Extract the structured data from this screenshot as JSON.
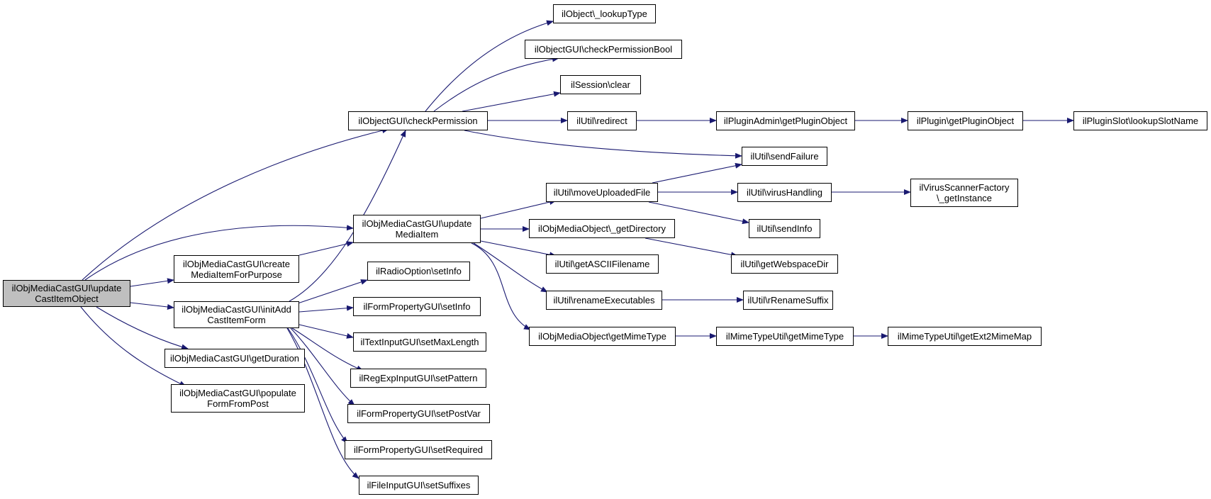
{
  "colors": {
    "edge": "#191970",
    "root_fill": "#bfbfbf",
    "node_fill": "#ffffff",
    "border": "#000000"
  },
  "nodes": {
    "root": [
      "ilObjMediaCastGUI\\update",
      "CastItemObject"
    ],
    "checkPermission": [
      "ilObjectGUI\\checkPermission"
    ],
    "updateMediaItem": [
      "ilObjMediaCastGUI\\update",
      "MediaItem"
    ],
    "createMediaItemForPurpose": [
      "ilObjMediaCastGUI\\create",
      "MediaItemForPurpose"
    ],
    "initAddCastItemForm": [
      "ilObjMediaCastGUI\\initAdd",
      "CastItemForm"
    ],
    "getDuration": [
      "ilObjMediaCastGUI\\getDuration"
    ],
    "populateFormFromPost": [
      "ilObjMediaCastGUI\\populate",
      "FormFromPost"
    ],
    "lookupType": [
      "ilObject\\_lookupType"
    ],
    "checkPermissionBool": [
      "ilObjectGUI\\checkPermissionBool"
    ],
    "sessionClear": [
      "ilSession\\clear"
    ],
    "redirect": [
      "ilUtil\\redirect"
    ],
    "getPluginObjectAdmin": [
      "ilPluginAdmin\\getPluginObject"
    ],
    "getPluginObject": [
      "ilPlugin\\getPluginObject"
    ],
    "lookupSlotName": [
      "ilPluginSlot\\lookupSlotName"
    ],
    "sendFailure": [
      "ilUtil\\sendFailure"
    ],
    "moveUploadedFile": [
      "ilUtil\\moveUploadedFile"
    ],
    "virusHandling": [
      "ilUtil\\virusHandling"
    ],
    "virusScannerFactory": [
      "ilVirusScannerFactory",
      "\\_getInstance"
    ],
    "sendInfo": [
      "ilUtil\\sendInfo"
    ],
    "getDirectory": [
      "ilObjMediaObject\\_getDirectory"
    ],
    "getWebspaceDir": [
      "ilUtil\\getWebspaceDir"
    ],
    "getASCIIFilename": [
      "ilUtil\\getASCIIFilename"
    ],
    "renameExecutables": [
      "ilUtil\\renameExecutables"
    ],
    "rRenameSuffix": [
      "ilUtil\\rRenameSuffix"
    ],
    "getMimeTypeObj": [
      "ilObjMediaObject\\getMimeType"
    ],
    "getMimeTypeUtil": [
      "ilMimeTypeUtil\\getMimeType"
    ],
    "getExt2MimeMap": [
      "ilMimeTypeUtil\\getExt2MimeMap"
    ],
    "radioSetInfo": [
      "ilRadioOption\\setInfo"
    ],
    "formPropSetInfo": [
      "ilFormPropertyGUI\\setInfo"
    ],
    "setMaxLength": [
      "ilTextInputGUI\\setMaxLength"
    ],
    "setPattern": [
      "ilRegExpInputGUI\\setPattern"
    ],
    "setPostVar": [
      "ilFormPropertyGUI\\setPostVar"
    ],
    "setRequired": [
      "ilFormPropertyGUI\\setRequired"
    ],
    "setSuffixes": [
      "ilFileInputGUI\\setSuffixes"
    ]
  }
}
